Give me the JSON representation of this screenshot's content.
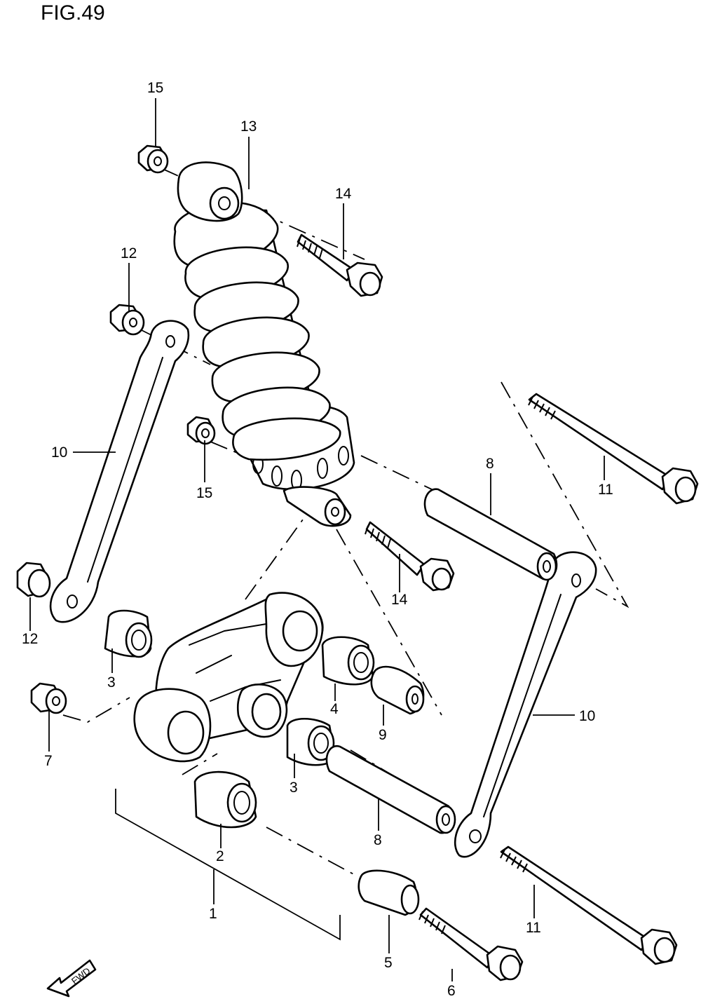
{
  "figure": {
    "title": "FIG.49"
  },
  "labels": {
    "l1": "1",
    "l2": "2",
    "l3a": "3",
    "l3b": "3",
    "l4": "4",
    "l5": "5",
    "l6": "6",
    "l7": "7",
    "l8a": "8",
    "l8b": "8",
    "l9": "9",
    "l10a": "10",
    "l10b": "10",
    "l11a": "11",
    "l11b": "11",
    "l12a": "12",
    "l12b": "12",
    "l13": "13",
    "l14a": "14",
    "l14b": "14",
    "l15a": "15",
    "l15b": "15"
  },
  "fwd_arrow": {
    "text": "FWD"
  }
}
